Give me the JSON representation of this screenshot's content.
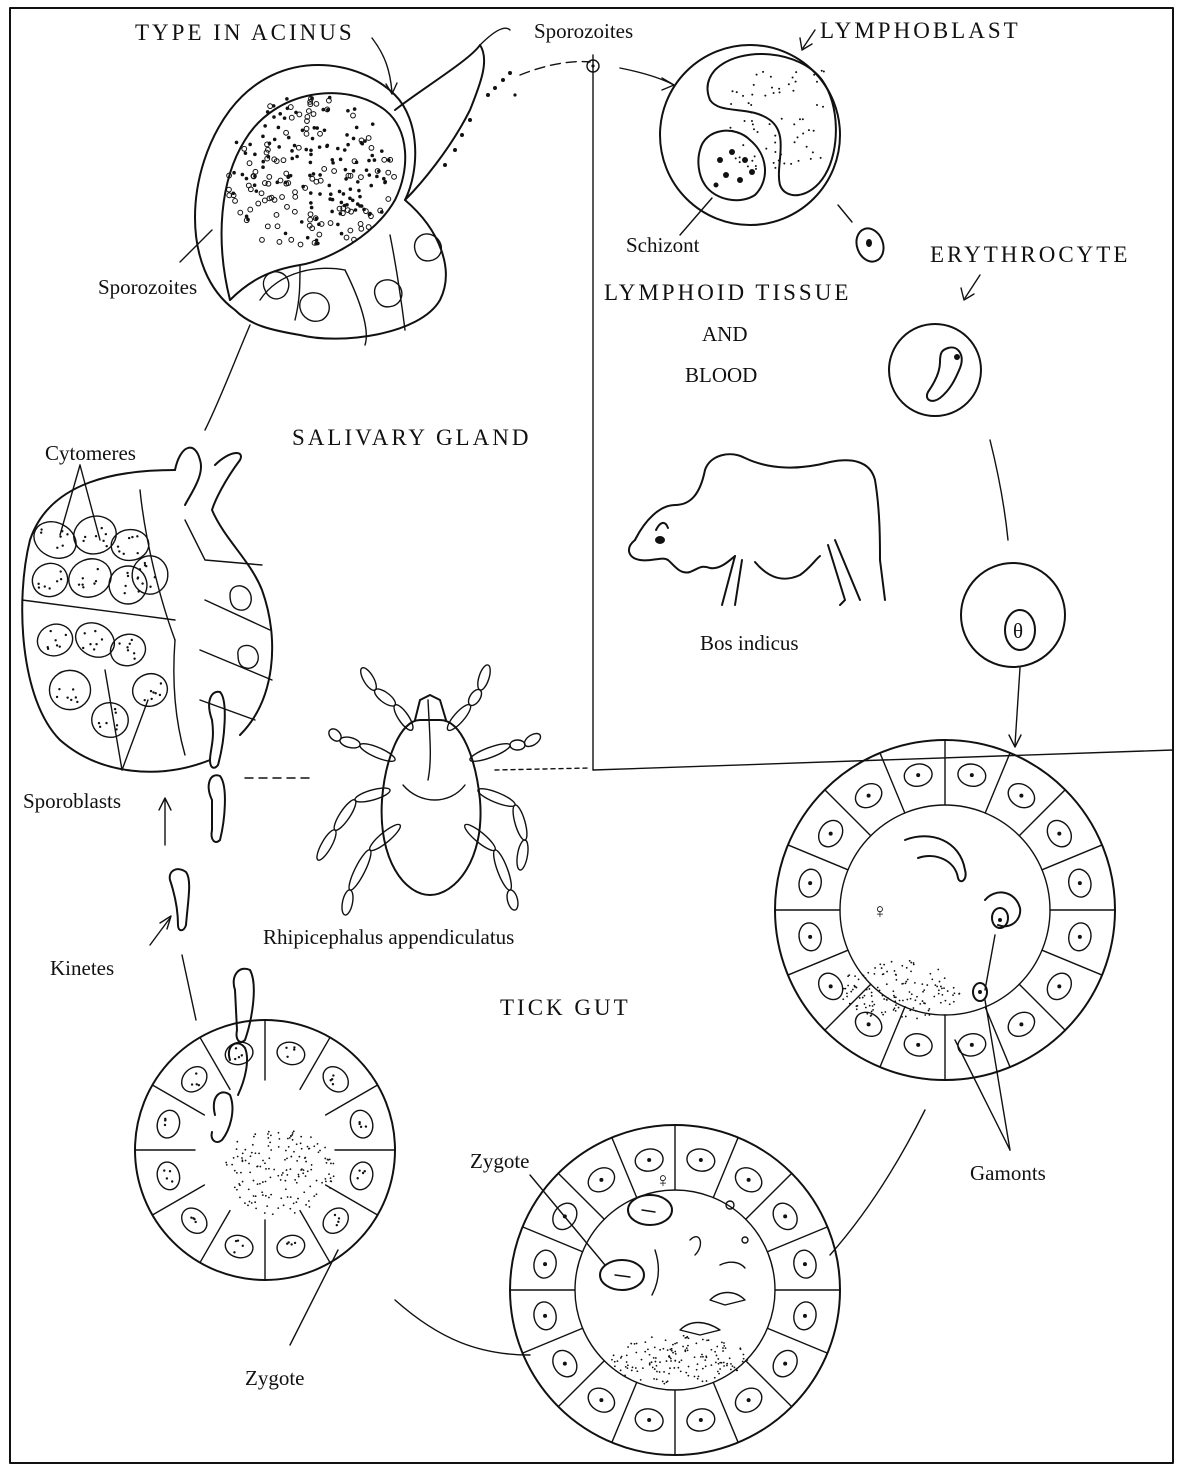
{
  "labels": {
    "type_in_acinus": "TYPE IN ACINUS",
    "sporozoites_top": "Sporozoites",
    "lymphoblast": "LYMPHOBLAST",
    "schizont": "Schizont",
    "erythrocyte": "ERYTHROCYTE",
    "lymphoid_tissue": "LYMPHOID TISSUE",
    "and": "AND",
    "blood": "BLOOD",
    "sporozoites_left": "Sporozoites",
    "salivary_gland": "SALIVARY GLAND",
    "cytomeres": "Cytomeres",
    "bos_indicus": "Bos indicus",
    "sporoblasts": "Sporoblasts",
    "rhipicephalus": "Rhipicephalus appendiculatus",
    "kinetes": "Kinetes",
    "tick_gut": "TICK GUT",
    "zygote_mid": "Zygote",
    "gamonts": "Gamonts",
    "zygote_bottom": "Zygote",
    "female_symbol_1": "♀",
    "female_symbol_2": "♀",
    "theta_symbol": "θ"
  }
}
